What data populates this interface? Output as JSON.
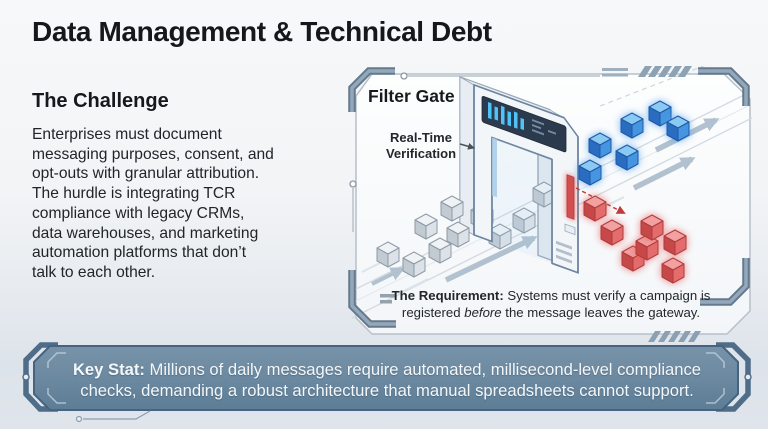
{
  "slide": {
    "title": "Data Management & Technical Debt"
  },
  "challenge": {
    "heading": "The Challenge",
    "body_lines": [
      "Enterprises must document",
      "messaging purposes, consent, and",
      "opt-outs with granular attribution.",
      "The hurdle is integrating TCR",
      "compliance with legacy CRMs,",
      "data warehouses, and marketing",
      "automation platforms that don’t",
      "talk to each other."
    ]
  },
  "diagram": {
    "title": "Filter Gate",
    "verification_label_line1": "Real-Time",
    "verification_label_line2": "Verification",
    "requirement": {
      "label": "The Requirement:",
      "line1_rest": " Systems must verify a campaign is",
      "line2_pre": "registered ",
      "line2_emphasis": "before",
      "line2_post": " the message leaves the gateway."
    }
  },
  "keystat": {
    "label": "Key Stat:",
    "line1_rest": " Millions of daily messages require automated, millisecond-level compliance",
    "line2": "checks, demanding a robust architecture that manual spreadsheets cannot support."
  },
  "colors": {
    "incoming_cube": "#d6dce2",
    "approved_cube": "#4695e0",
    "rejected_cube": "#e46c6c",
    "frame_accent": "#7d95a9",
    "banner_bg": "#6b89a0"
  }
}
